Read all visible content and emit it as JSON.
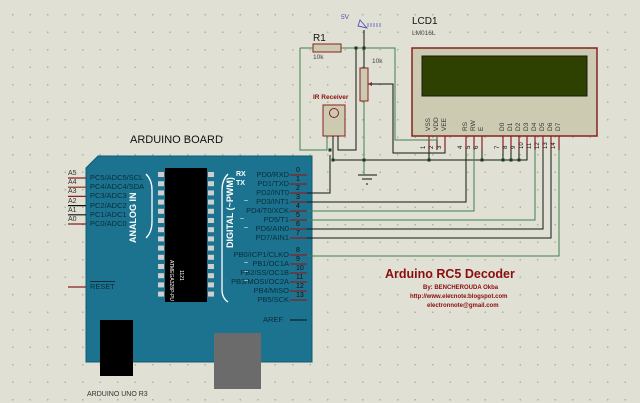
{
  "board": {
    "title": "ARDUINO BOARD",
    "model": "ARDUINO UNO R3",
    "chip": "ATMEGA328P-PU",
    "chip_sub": "1121",
    "analog_header": "ANALOG IN",
    "digital_header": "DIGITAL (~PWM)",
    "reset_label": "RESET",
    "aref_label": "AREF",
    "analog_pins": [
      {
        "ext": "A5",
        "name": "PC5/ADC5/SCL"
      },
      {
        "ext": "A4",
        "name": "PC4/ADC4/SDA"
      },
      {
        "ext": "A3",
        "name": "PC3/ADC3"
      },
      {
        "ext": "A2",
        "name": "PC2/ADC2"
      },
      {
        "ext": "A1",
        "name": "PC1/ADC1"
      },
      {
        "ext": "A0",
        "name": "PC0/ADC0"
      }
    ],
    "digital_pins": [
      {
        "num": "0",
        "name": "PD0/RXD",
        "tag": "RX"
      },
      {
        "num": "1",
        "name": "PD1/TXD",
        "tag": "TX"
      },
      {
        "num": "2",
        "name": "PD2/INT0",
        "tag": ""
      },
      {
        "num": "3",
        "name": "PD3/INT1",
        "tag": "~"
      },
      {
        "num": "4",
        "name": "PD4/T0/XCK",
        "tag": ""
      },
      {
        "num": "5",
        "name": "PD5/T1",
        "tag": "~"
      },
      {
        "num": "6",
        "name": "PD6/AIN0",
        "tag": "~"
      },
      {
        "num": "7",
        "name": "PD7/AIN1",
        "tag": ""
      },
      {
        "num": "8",
        "name": "PB0/ICP1/CLKO",
        "tag": ""
      },
      {
        "num": "9",
        "name": "PB1/OC1A",
        "tag": "~"
      },
      {
        "num": "10",
        "name": "PB2/SS/OC1B",
        "tag": "~"
      },
      {
        "num": "11",
        "name": "PB3/MOSI/OC2A",
        "tag": "~"
      },
      {
        "num": "12",
        "name": "PB4/MISO",
        "tag": ""
      },
      {
        "num": "13",
        "name": "PB5/SCK",
        "tag": ""
      }
    ]
  },
  "lcd": {
    "ref": "LCD1",
    "model": "LM016L",
    "pins": [
      {
        "num": "1",
        "name": "VSS"
      },
      {
        "num": "2",
        "name": "VDD"
      },
      {
        "num": "3",
        "name": "VEE"
      },
      {
        "num": "4",
        "name": "RS"
      },
      {
        "num": "5",
        "name": "RW"
      },
      {
        "num": "6",
        "name": "E"
      },
      {
        "num": "7",
        "name": "D0"
      },
      {
        "num": "8",
        "name": "D1"
      },
      {
        "num": "9",
        "name": "D2"
      },
      {
        "num": "10",
        "name": "D3"
      },
      {
        "num": "11",
        "name": "D4"
      },
      {
        "num": "12",
        "name": "D5"
      },
      {
        "num": "13",
        "name": "D6"
      },
      {
        "num": "14",
        "name": "D7"
      }
    ]
  },
  "resistor": {
    "ref": "R1",
    "value": "10k"
  },
  "pot": {
    "value": "10k"
  },
  "power": {
    "label": "5V"
  },
  "ir": {
    "label": "IR Receiver"
  },
  "project": {
    "title": "Arduino RC5 Decoder",
    "author": "By:  BENCHEROUDA  Okba",
    "url": "http://www.elecnote.blogspot.com",
    "email": "electronnote@gmail.com"
  },
  "colors": {
    "board": "#1b7390",
    "wire": "#0e1d0e",
    "wire_green": "#3f7f4f",
    "pin_red": "#8a2020",
    "lcd_screen": "#2e4100",
    "title_red": "#8b0d0d"
  }
}
